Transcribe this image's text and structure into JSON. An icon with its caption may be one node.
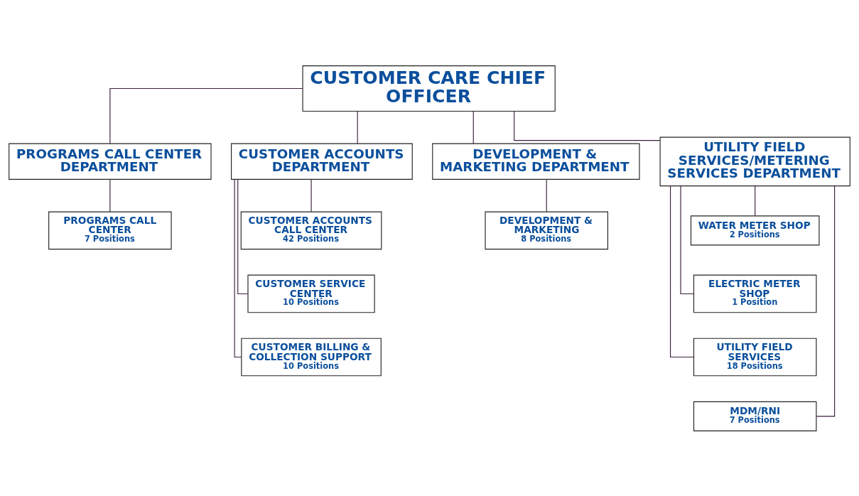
{
  "diagram": {
    "nodes": [
      {
        "text": [
          "CUSTOMER CARE CHIEF OFFICER"
        ]
      },
      {
        "text": [
          "PROGRAMS CALL CENTER DEPARTMENT"
        ]
      },
      {
        "text": [
          "CUSTOMER ACCOUNTS DEPARTMENT"
        ]
      },
      {
        "text": [
          "DEVELOPMENT & MARKETING DEPARTMENT"
        ]
      },
      {
        "text": [
          "UTILITY FIELD SERVICES/METERING SERVICES DEPARTMENT"
        ]
      },
      {
        "text": [
          "PROGRAMS CALL CENTER",
          "7 Positions"
        ]
      },
      {
        "text": [
          "CUSTOMER ACCOUNTS CALL CENTER",
          "42 Positions"
        ]
      },
      {
        "text": [
          "CUSTOMER SERVICE CENTER",
          "10 Positions"
        ]
      },
      {
        "text": [
          "CUSTOMER BILLING & COLLECTION SUPPORT",
          "10 Positions"
        ]
      },
      {
        "text": [
          "DEVELOPMENT & MARKETING",
          "8 Positions"
        ]
      },
      {
        "text": [
          "WATER METER SHOP",
          "2 Positions"
        ]
      },
      {
        "text": [
          "ELECTRIC METER SHOP",
          "1 Position"
        ]
      },
      {
        "text": [
          "UTILITY FIELD SERVICES",
          "18 Positions"
        ]
      },
      {
        "text": [
          "MDM/RNI",
          "7 Positions"
        ]
      }
    ],
    "edges": [
      {
        "from": 0,
        "to": 1,
        "arrow": "none"
      },
      {
        "from": 0,
        "to": 2,
        "arrow": "none"
      },
      {
        "from": 0,
        "to": 3,
        "arrow": "none"
      },
      {
        "from": 0,
        "to": 4,
        "arrow": "none"
      },
      {
        "from": 1,
        "to": 5,
        "arrow": "none"
      },
      {
        "from": 2,
        "to": 6,
        "arrow": "none"
      },
      {
        "from": 2,
        "to": 7,
        "arrow": "none"
      },
      {
        "from": 2,
        "to": 8,
        "arrow": "none"
      },
      {
        "from": 3,
        "to": 9,
        "arrow": "none"
      },
      {
        "from": 4,
        "to": 10,
        "arrow": "none"
      },
      {
        "from": 4,
        "to": 11,
        "arrow": "none"
      },
      {
        "from": 4,
        "to": 12,
        "arrow": "none"
      },
      {
        "from": 4,
        "to": 13,
        "arrow": "none"
      }
    ]
  }
}
